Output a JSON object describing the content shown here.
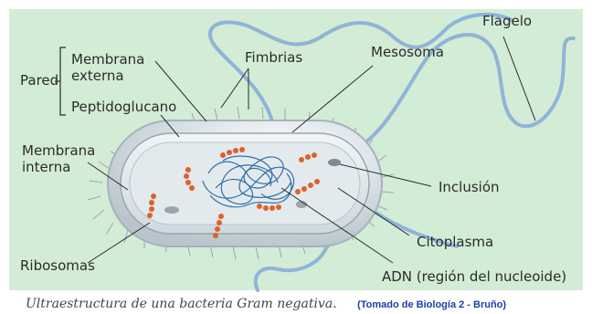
{
  "labels": {
    "pared": "Pared",
    "membrana_externa": "Membrana\nexterna",
    "peptidoglucano": "Peptidoglucano",
    "membrana_interna": "Membrana\ninterna",
    "ribosomas": "Ribosomas",
    "fimbrias": "Fimbrias",
    "mesosoma": "Mesosoma",
    "flagelo": "Flagelo",
    "inclusion": "Inclusión",
    "citoplasma": "Citoplasma",
    "adn": "ADN (región del nucleoide)"
  },
  "caption": {
    "main": "Ultraestructura de una bacteria Gram negativa.",
    "source": "(Tomado de Biología 2 - Bruño)"
  },
  "colors": {
    "background": "#d2ecd6",
    "flagellum": "#8fb4d8",
    "cell_wall": "#c9d3db",
    "cytoplasm": "#e8eef2",
    "dna": "#2f6fa8",
    "ribosome": "#e0602a",
    "caption_source": "#1a3fa8"
  }
}
